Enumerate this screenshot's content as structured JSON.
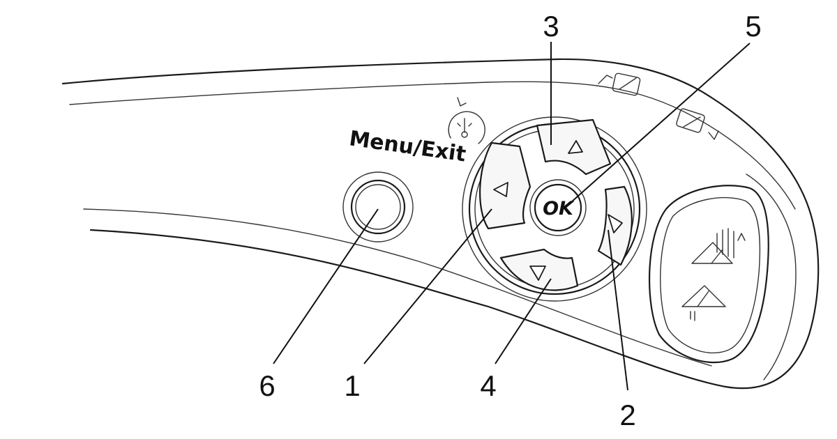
{
  "diagram": {
    "menu_exit_label": "Menu/Exit",
    "ok_label": "OK",
    "callouts": {
      "c1": "1",
      "c2": "2",
      "c3": "3",
      "c4": "4",
      "c5": "5",
      "c6": "6"
    },
    "icons": [
      "speed-limiter-icon",
      "rear-wiper-icon",
      "rear-washer-icon",
      "front-wiper-intermittent-icon",
      "front-wiper-single-wipe-icon"
    ],
    "colors": {
      "line": "#1a1a1a",
      "fill": "#ffffff"
    }
  }
}
